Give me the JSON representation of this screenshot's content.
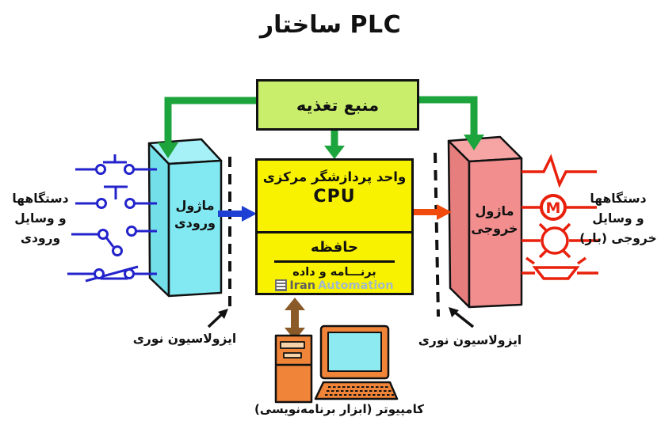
{
  "title": "ساختار PLC",
  "power_supply": {
    "label": "منبع تغذیه"
  },
  "cpu": {
    "line1": "واحد پردازشگر مرکزی",
    "line2": "CPU",
    "memory": "حافظه",
    "program": "برنـــامه و داده"
  },
  "input_module": {
    "line1": "ماژول",
    "line2": "ورودی"
  },
  "output_module": {
    "line1": "ماژول",
    "line2": "خروجی"
  },
  "input_devices": {
    "line1": "دستگاهها",
    "line2": "و وسایل",
    "line3": "ورودی"
  },
  "output_devices": {
    "line1": "دستگاهها",
    "line2": "و وسایل",
    "line3": "خروجی (بار)"
  },
  "optical_isolation_left": "ایزولاسیون نوری",
  "optical_isolation_right": "ایزولاسیون نوری",
  "computer_caption": "کامپیوتر (ابزار برنامه‌نویسی)",
  "watermark": {
    "part1": "Iran",
    "part2": "Automation"
  },
  "motor_letter": "M",
  "icons": {
    "input_symbols": [
      "pushbutton-no-icon",
      "pushbutton-nc-icon",
      "selector-switch-icon",
      "limit-switch-icon"
    ],
    "output_symbols": [
      "heater-icon",
      "motor-icon",
      "lamp-icon",
      "horn-icon"
    ],
    "other": [
      "power-arrow-icon",
      "input-arrow-icon",
      "output-arrow-icon",
      "programming-arrow-icon",
      "optical-isolation-dashed-line",
      "computer-icon",
      "watermark-logo-icon"
    ]
  },
  "colors": {
    "power_supply_fill": "#c9ee6b",
    "cpu_box_fill": "#f8f200",
    "input_module_front": "#82e9f2",
    "input_module_top": "#a6f1f7",
    "input_module_side": "#72dfe9",
    "output_module_front": "#f28e8e",
    "output_module_top": "#f6a4a4",
    "output_module_side": "#e67e7e",
    "power_arrow": "#1ea43c",
    "input_arrow": "#1d3fd4",
    "output_arrow": "#f04a0c",
    "programming_arrow": "#8a5a28",
    "input_symbol": "#2323cc",
    "output_symbol": "#e8200c",
    "computer_body": "#f08438",
    "computer_screen": "#8deaf0",
    "computer_slot": "#f8d2a8",
    "outline": "#111111"
  }
}
